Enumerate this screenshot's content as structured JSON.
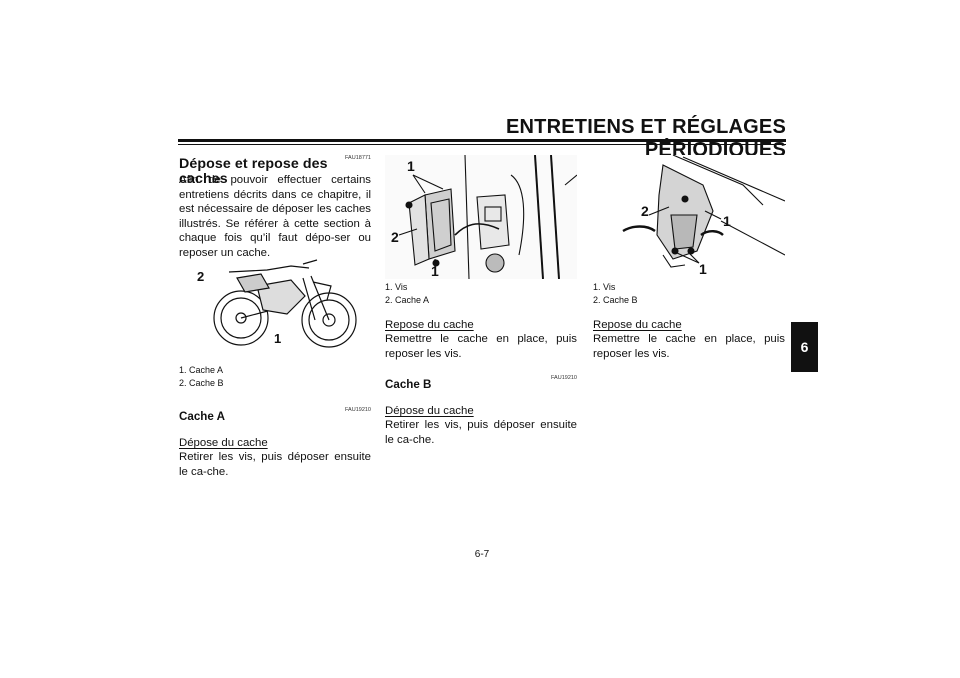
{
  "header": {
    "title": "ENTRETIENS ET RÉGLAGES PÉRIODIQUES"
  },
  "chapter_tab": "6",
  "page_number": "6-7",
  "col1": {
    "code1": "FAU18771",
    "heading": "Dépose et repose des caches",
    "intro": "Afin de pouvoir effectuer certains entretiens décrits dans ce chapitre, il est nécessaire de déposer les caches illustrés. Se référer à cette section à chaque fois qu’il faut dépo-ser ou reposer un cache.",
    "figure_callouts": {
      "c1": "1",
      "c2": "2"
    },
    "legend": [
      "1. Cache A",
      "2. Cache B"
    ],
    "code2": "FAU19210",
    "subheading": "Cache A",
    "removal_title": "Dépose du cache",
    "removal_text": "Retirer les vis, puis déposer ensuite le ca-che."
  },
  "col2": {
    "figure_callouts": {
      "c1": "1",
      "c2": "2",
      "c3": "1"
    },
    "legend": [
      "1. Vis",
      "2. Cache A"
    ],
    "install_title": "Repose du cache",
    "install_text": "Remettre le cache en place, puis reposer les vis.",
    "code": "FAU19210",
    "subheading": "Cache B",
    "removal_title": "Dépose du cache",
    "removal_text": "Retirer les vis, puis déposer ensuite le ca-che."
  },
  "col3": {
    "figure_callouts": {
      "c1": "2",
      "c2": "1",
      "c3": "1"
    },
    "legend": [
      "1. Vis",
      "2. Cache B"
    ],
    "install_title": "Repose du cache",
    "install_text": "Remettre le cache en place, puis reposer les vis."
  }
}
